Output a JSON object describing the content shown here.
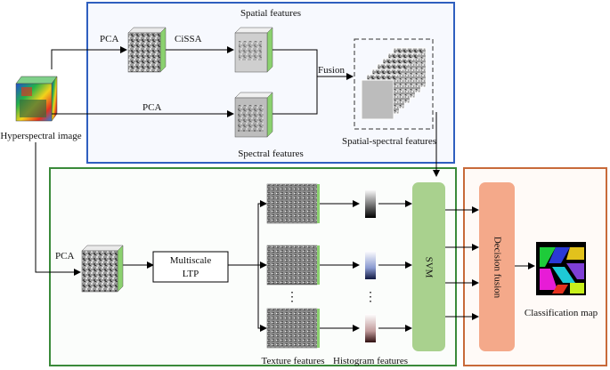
{
  "colors": {
    "spatial_panel": "#2f5fbf",
    "spatial_panel_fill": "#f7f9fe",
    "texture_panel": "#3a8a3a",
    "texture_panel_fill": "#fbfdfb",
    "fusion_panel": "#c86a3a",
    "fusion_panel_fill": "#fffaf7",
    "svm_block": "#a9d18e",
    "decision_block": "#f4a98a"
  },
  "labels": {
    "input": "Hyperspectral image",
    "spatial_title": "Spatial features",
    "spectral_title": "Spectral features",
    "pca_top": "PCA",
    "cissa": "CiSSA",
    "pca_mid": "PCA",
    "fusion": "Fusion",
    "spatial_spectral": "Spatial-spectral features",
    "pca_bottom": "PCA",
    "multiscale_line1": "Multiscale",
    "multiscale_line2": "LTP",
    "svm": "SVM",
    "decision": "Decision fusion",
    "texture_features": "Texture features",
    "histogram_features": "Histogram features",
    "classification_map": "Classification map",
    "dots": "⋮"
  }
}
